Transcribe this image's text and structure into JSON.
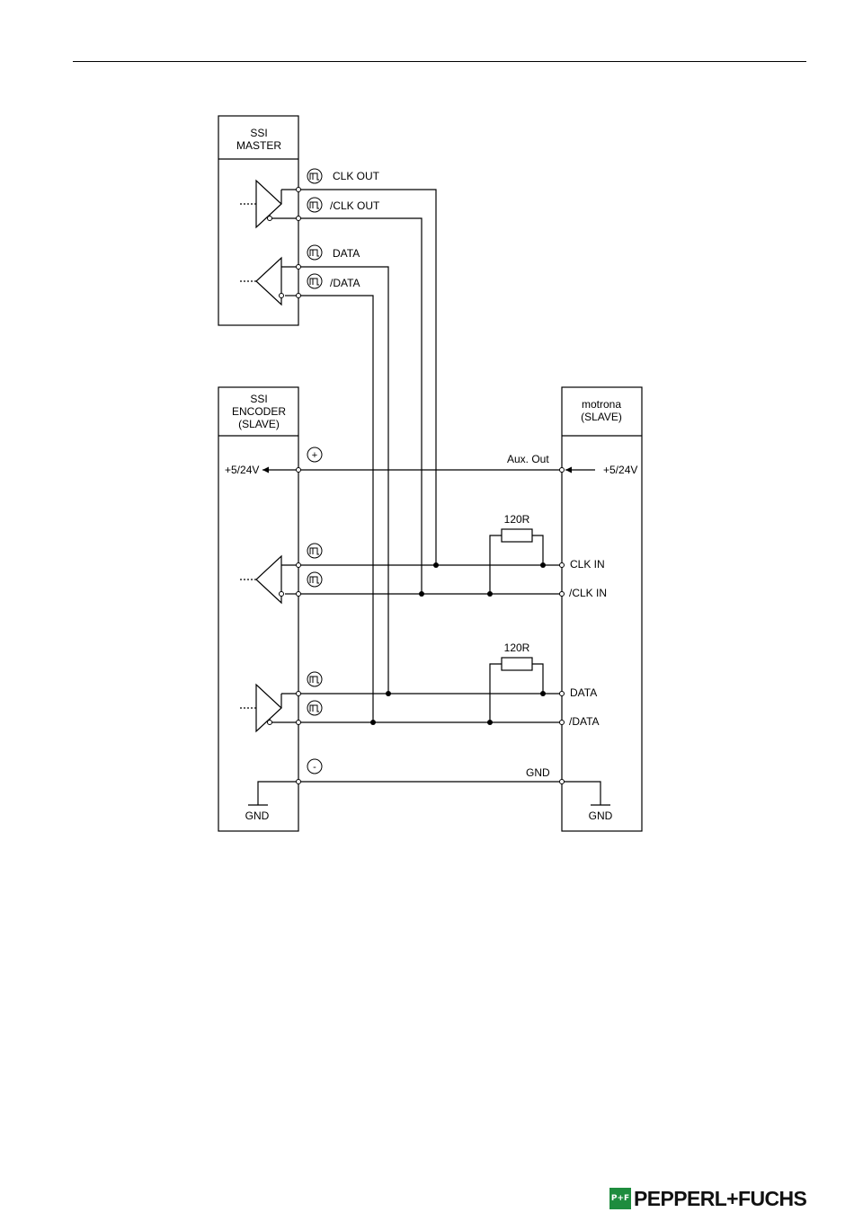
{
  "master": {
    "line1": "SSI",
    "line2": "MASTER"
  },
  "encoder": {
    "line1": "SSI",
    "line2": "ENCODER",
    "line3": "(SLAVE)"
  },
  "motrona": {
    "line1": "motrona",
    "line2": "(SLAVE)"
  },
  "signals": {
    "clk_out": "CLK OUT",
    "nclk_out": "/CLK OUT",
    "data_out": "DATA",
    "ndata_out": "/DATA",
    "clk_in": "CLK IN",
    "nclk_in": "/CLK IN",
    "data_in": "DATA",
    "ndata_in": "/DATA"
  },
  "power": {
    "left": "+5/24V",
    "right": "+5/24V",
    "aux": "Aux. Out",
    "plus": "+",
    "minus": "-"
  },
  "ground": {
    "left": "GND",
    "right": "GND",
    "bus": "GND"
  },
  "resistors": {
    "r1": "120R",
    "r2": "120R"
  },
  "icons": {
    "pulse": "pulse-signal-icon",
    "ground": "ground-symbol-icon",
    "driver": "line-driver-icon",
    "receiver": "line-receiver-icon"
  },
  "brand": {
    "mark": "P+F",
    "name": "PEPPERL+FUCHS",
    "color": "#1e8c3e"
  }
}
